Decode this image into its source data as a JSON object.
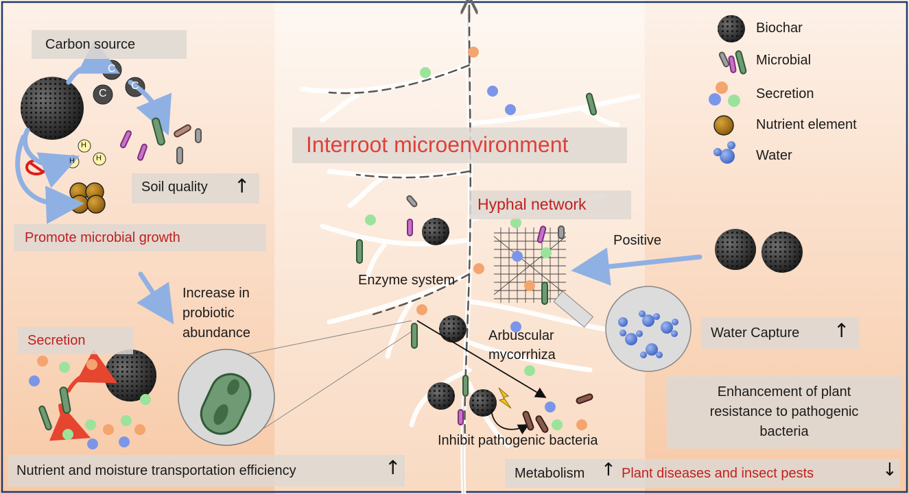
{
  "title": "Interroot microenvironment",
  "legend": [
    {
      "icon": "biochar-icon",
      "label": "Biochar"
    },
    {
      "icon": "microbial-icon",
      "label": "Microbial"
    },
    {
      "icon": "secretion-icon",
      "label": "Secretion"
    },
    {
      "icon": "nutrient-element-icon",
      "label": "Nutrient element"
    },
    {
      "icon": "water-icon",
      "label": "Water"
    }
  ],
  "left": {
    "carbon_source": "Carbon source",
    "carbon_symbol": "C",
    "hydrogen_symbol": "H",
    "soil_quality": "Soil quality",
    "promote_growth": "Promote microbial growth",
    "increase_probiotic": [
      "Increase in",
      "probiotic",
      "abundance"
    ],
    "secretion": "Secretion"
  },
  "center": {
    "hyphal_network": "Hyphal network",
    "enzyme_system": "Enzyme system",
    "arbuscular": [
      "Arbuscular",
      "mycorrhiza"
    ],
    "inhibit": "Inhibit pathogenic bacteria",
    "positive": "Positive"
  },
  "right": {
    "water_capture": "Water Capture",
    "enhancement": [
      "Enhancement of plant",
      "resistance to pathogenic",
      "bacteria"
    ]
  },
  "bottom": {
    "nutrient_transport": "Nutrient and moisture transportation efficiency",
    "metabolism": "Metabolism",
    "plant_diseases": "Plant diseases and insect pests"
  },
  "arrows": {
    "up": "↑",
    "down": "↓"
  },
  "colors": {
    "title_red": "#e0403a",
    "label_red": "#c0201e",
    "frame": "#1f3a6e",
    "arrow_blue": "#8fb0e3"
  }
}
